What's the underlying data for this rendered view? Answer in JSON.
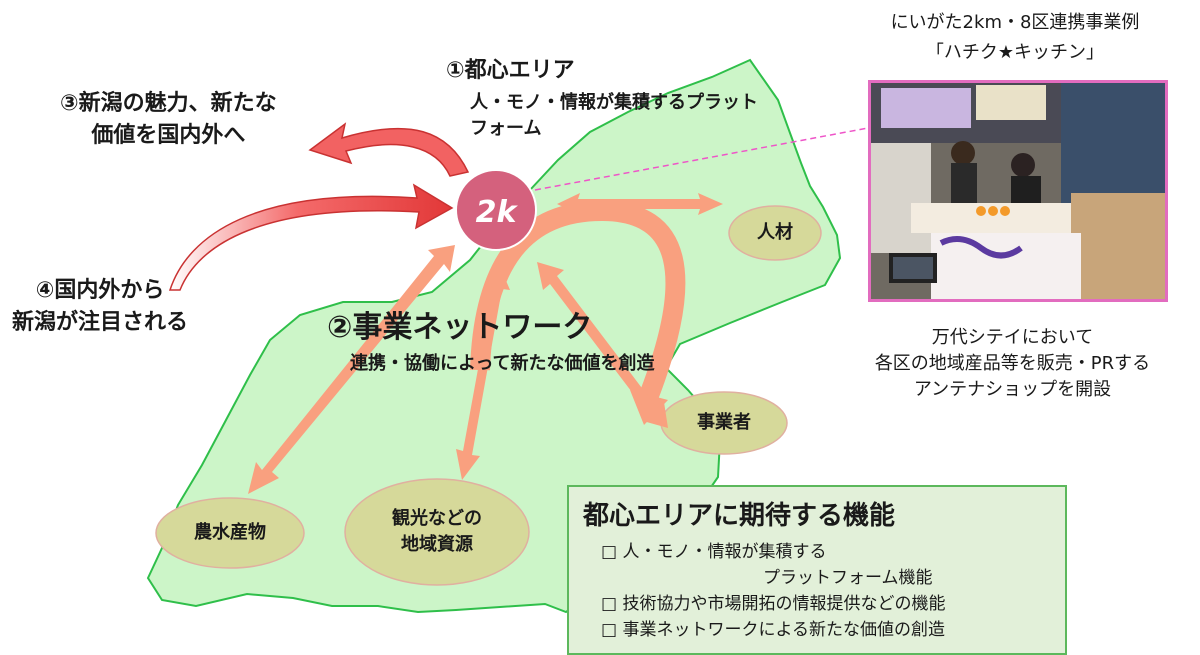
{
  "center": {
    "title": "①都心エリア",
    "subtitle": "人・モノ・情報が集積するプラットフォーム",
    "logo_text": "2k",
    "color": "#d4617d"
  },
  "outward": {
    "line1": "③新潟の魅力、新たな",
    "line2": "価値を国内外へ"
  },
  "inward": {
    "line1": "④国内外から",
    "line2": "新潟が注目される"
  },
  "network": {
    "title": "②事業ネットワーク",
    "subtitle": "連携・協働によって新たな価値を創造"
  },
  "nodes": {
    "jinzai": "人材",
    "jigyosha": "事業者",
    "nosuisan": "農水産物",
    "kanko_line1": "観光などの",
    "kanko_line2": "地域資源"
  },
  "example": {
    "line1": "にいがた2km・8区連携事業例",
    "line2": "「ハチク★キッチン」"
  },
  "photo_caption": {
    "line1": "万代シテイにおいて",
    "line2": "各区の地域産品等を販売・PRする",
    "line3": "アンテナショップを開設"
  },
  "functions": {
    "title": "都心エリアに期待する機能",
    "items": [
      "□ 人・モノ・情報が集積する",
      "プラットフォーム機能",
      "□ 技術協力や市場開拓の情報提供などの機能",
      "□ 事業ネットワークによる新たな価値の創造"
    ]
  },
  "colors": {
    "map_fill": "#ccf5c8",
    "map_stroke": "#2fbf4a",
    "arrow_salmon": "#f9a07f",
    "arrow_red": "#e84a4a",
    "node_fill": "#d6d99a",
    "photo_border": "#e26cbf",
    "box_fill": "#e2f0d9"
  }
}
